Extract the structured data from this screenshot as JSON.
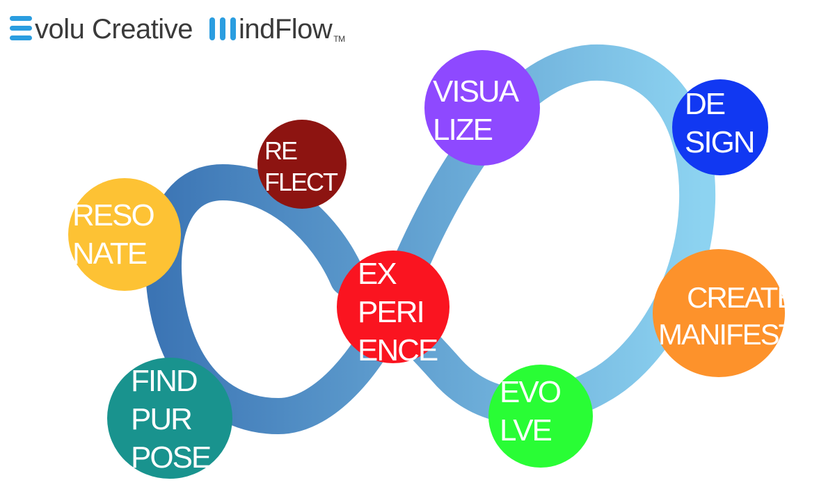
{
  "header": {
    "brand1": "volu Creative",
    "brand2": "indFlow",
    "tm": "TM",
    "logo_color": "#2a9de0"
  },
  "nodes": [
    {
      "key": "visualize",
      "label": "VISUA\nLIZE",
      "color": "#8e49ff"
    },
    {
      "key": "design",
      "label": "DE\nSIGN",
      "color": "#1138f2"
    },
    {
      "key": "reflect",
      "label": "RE\nFLECT",
      "color": "#8d1411"
    },
    {
      "key": "resonate",
      "label": "RESO\nNATE",
      "color": "#fdc234"
    },
    {
      "key": "experience",
      "label": "EX\nPERI\nENCE",
      "color": "#fa1420"
    },
    {
      "key": "create_manifest",
      "label": "CREATE\nMANIFEST",
      "color": "#fd922b"
    },
    {
      "key": "find_purpose",
      "label": "FIND\nPUR\nPOSE",
      "color": "#19938e"
    },
    {
      "key": "evolve",
      "label": "EVO\nLVE",
      "color": "#29fd35"
    }
  ],
  "infinity": {
    "color_left": "#3b74b4",
    "color_right": "#8dd3f1"
  }
}
